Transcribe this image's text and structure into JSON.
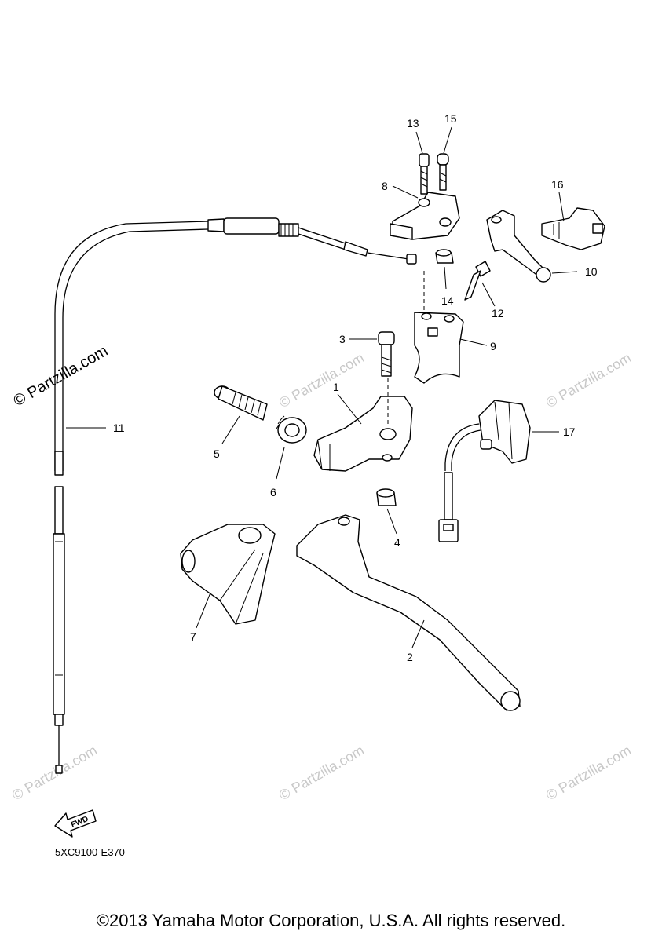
{
  "diagram": {
    "code": "5XC9100-E370",
    "fwd_label": "FWD",
    "copyright": "©2013 Yamaha Motor Corporation, U.S.A. All rights reserved.",
    "watermark_main": "© Partzilla.com",
    "watermark_faint": "© Partzilla.com",
    "callouts": [
      "1",
      "2",
      "3",
      "4",
      "5",
      "6",
      "7",
      "8",
      "9",
      "10",
      "11",
      "12",
      "13",
      "14",
      "15",
      "16",
      "17"
    ]
  }
}
